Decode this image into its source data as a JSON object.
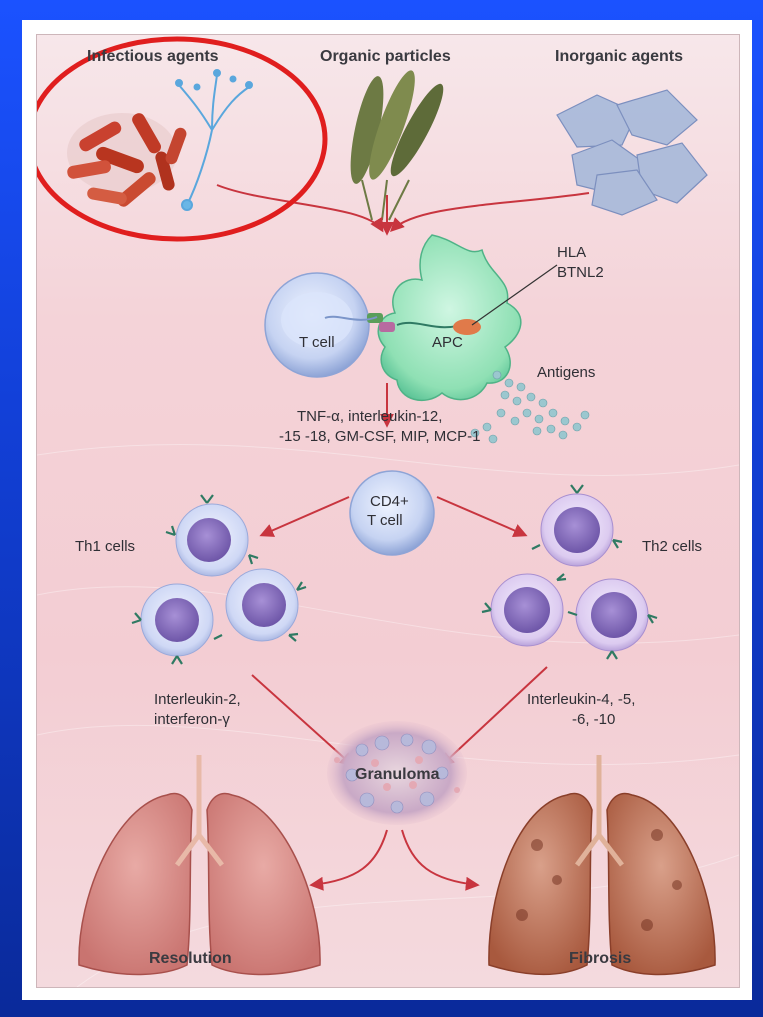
{
  "sources": {
    "infectious": "Infectious agents",
    "organic": "Organic particles",
    "inorganic": "Inorganic agents"
  },
  "molecules": {
    "hla": "HLA",
    "btnl2": "BTNL2"
  },
  "cells": {
    "t_cell": "T cell",
    "apc": "APC",
    "antigens": "Antigens",
    "cd4_line1": "CD4+",
    "cd4_line2": "T cell",
    "th1": "Th1 cells",
    "th2": "Th2 cells"
  },
  "cytokines": {
    "line1": "TNF-α, interleukin-12,",
    "line2": "-15 -18, GM-CSF, MIP, MCP-1"
  },
  "th1_cytokines": {
    "line1": "Interleukin-2,",
    "line2": "interferon-γ"
  },
  "th2_cytokines": {
    "line1": "Interleukin-4, -5,",
    "line2": "-6, -10"
  },
  "granuloma": "Granuloma",
  "outcomes": {
    "resolution": "Resolution",
    "fibrosis": "Fibrosis"
  },
  "colors": {
    "slide_blue": "#1a4cf0",
    "arrow": "#c8353f",
    "highlight_circle": "#e01e1e",
    "bacteria": "#c9412f",
    "fungus": "#6ab6e6",
    "wheat": "#6d7a44",
    "apc": "#8fe0b4",
    "tcell": "#c6d6f2",
    "lung": "#d88e8c"
  }
}
